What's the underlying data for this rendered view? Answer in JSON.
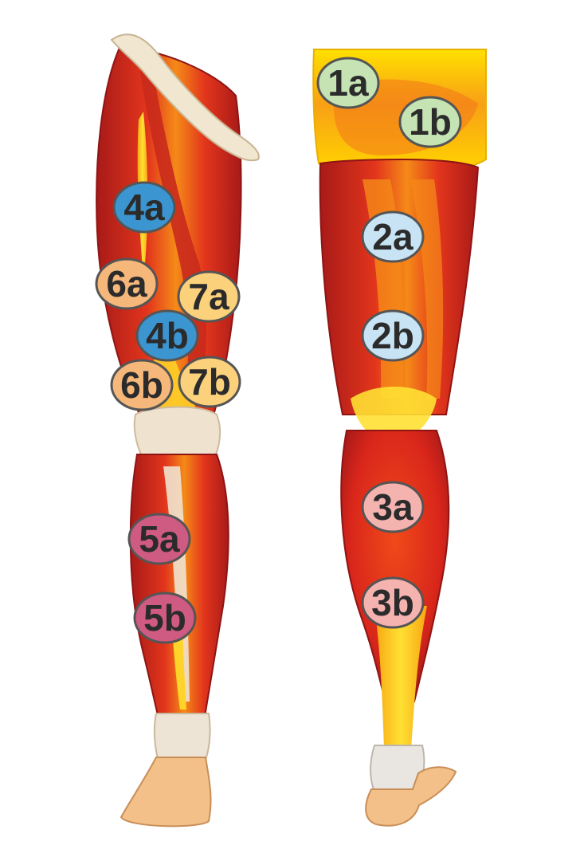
{
  "figure": {
    "front_leg": {
      "view": "anterior"
    },
    "back_leg": {
      "view": "posterior"
    }
  },
  "labels": [
    {
      "id": "1a",
      "text": "1a",
      "color": "#c6e3b4"
    },
    {
      "id": "1b",
      "text": "1b",
      "color": "#c6e3b4"
    },
    {
      "id": "2a",
      "text": "2a",
      "color": "#c7e3f4"
    },
    {
      "id": "2b",
      "text": "2b",
      "color": "#c7e3f4"
    },
    {
      "id": "3a",
      "text": "3a",
      "color": "#f5b3b0"
    },
    {
      "id": "3b",
      "text": "3b",
      "color": "#f5b3b0"
    },
    {
      "id": "4a",
      "text": "4a",
      "color": "#3b95d0"
    },
    {
      "id": "4b",
      "text": "4b",
      "color": "#3b95d0"
    },
    {
      "id": "5a",
      "text": "5a",
      "color": "#cf5a82"
    },
    {
      "id": "5b",
      "text": "5b",
      "color": "#cf5a82"
    },
    {
      "id": "6a",
      "text": "6a",
      "color": "#f6b77a"
    },
    {
      "id": "6b",
      "text": "6b",
      "color": "#f6b77a"
    },
    {
      "id": "7a",
      "text": "7a",
      "color": "#fbd17c"
    },
    {
      "id": "7b",
      "text": "7b",
      "color": "#fbd17c"
    }
  ],
  "colors": {
    "muscle_dark": "#b5201b",
    "muscle_mid": "#e2351c",
    "muscle_orange": "#f47b14",
    "tendon_yellow": "#ffd51e",
    "bone": "#efe2cf",
    "skin": "#f3c08a",
    "label_stroke": "#555555"
  }
}
